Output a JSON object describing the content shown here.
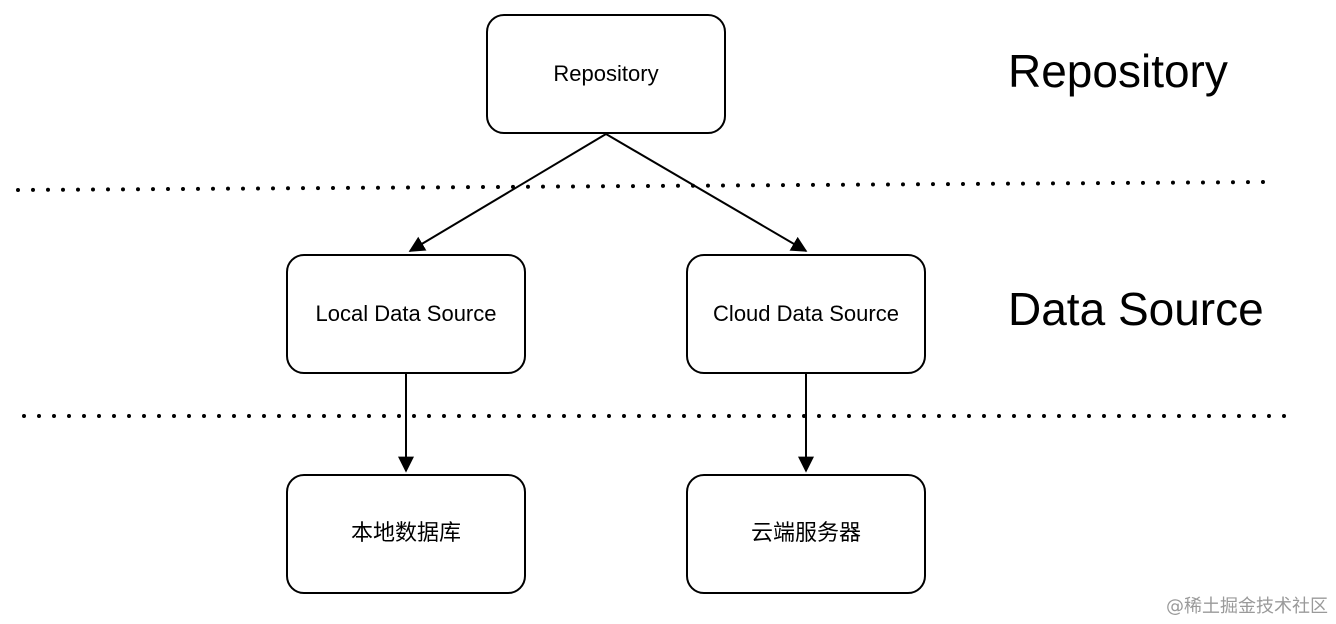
{
  "nodes": {
    "repository": "Repository",
    "local_data_source": "Local Data Source",
    "cloud_data_source": "Cloud Data Source",
    "local_database": "本地数据库",
    "cloud_server": "云端服务器"
  },
  "layers": {
    "repository": "Repository",
    "data_source": "Data Source"
  },
  "watermark": "@稀土掘金技术社区"
}
